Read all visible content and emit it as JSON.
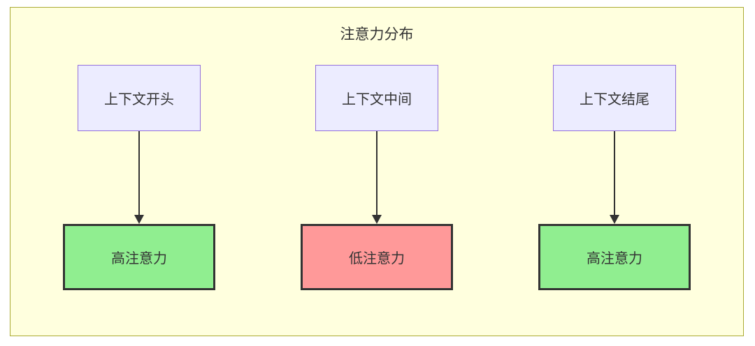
{
  "diagram": {
    "title": "注意力分布",
    "columns": [
      {
        "top": "上下文开头",
        "bottom": "高注意力",
        "bottom_color": "#90ee90"
      },
      {
        "top": "上下文中间",
        "bottom": "低注意力",
        "bottom_color": "#ff9999"
      },
      {
        "top": "上下文结尾",
        "bottom": "高注意力",
        "bottom_color": "#90ee90"
      }
    ],
    "colors": {
      "frame_background": "#ffffde",
      "frame_border": "#aaaa33",
      "top_node_background": "#ececff",
      "top_node_border": "#9370db",
      "high_attention": "#90ee90",
      "low_attention": "#ff9999",
      "node_border_dark": "#333333",
      "arrow": "#333333",
      "text": "#333333"
    }
  }
}
